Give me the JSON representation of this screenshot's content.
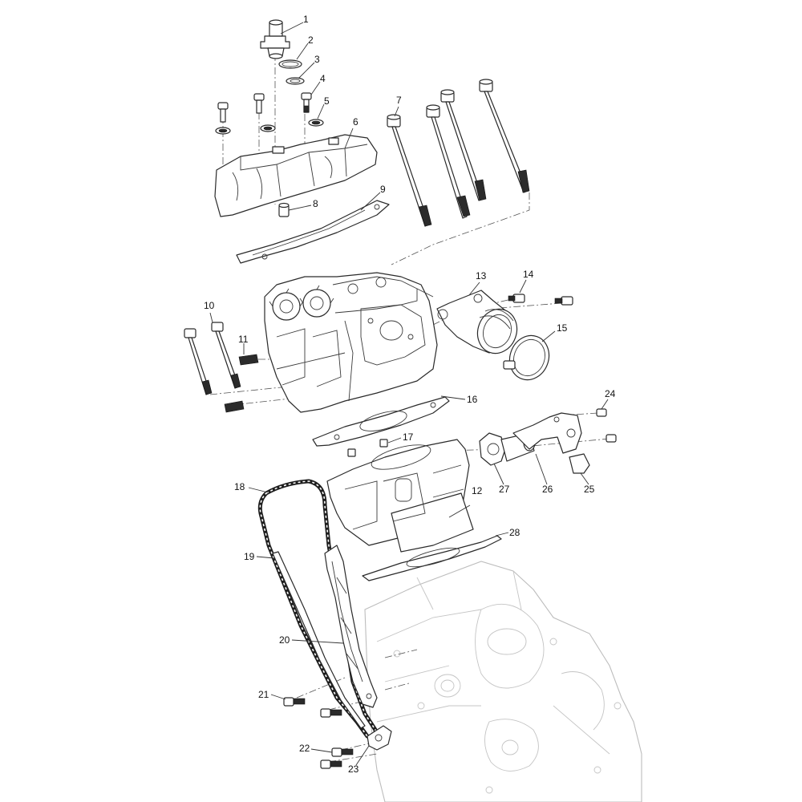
{
  "callouts": [
    {
      "id": "c1",
      "label": "1"
    },
    {
      "id": "c2",
      "label": "2"
    },
    {
      "id": "c3",
      "label": "3"
    },
    {
      "id": "c4",
      "label": "4"
    },
    {
      "id": "c5",
      "label": "5"
    },
    {
      "id": "c6",
      "label": "6"
    },
    {
      "id": "c7",
      "label": "7"
    },
    {
      "id": "c8",
      "label": "8"
    },
    {
      "id": "c9",
      "label": "9"
    },
    {
      "id": "c10",
      "label": "10"
    },
    {
      "id": "c11",
      "label": "11"
    },
    {
      "id": "c12",
      "label": "12"
    },
    {
      "id": "c13",
      "label": "13"
    },
    {
      "id": "c14",
      "label": "14"
    },
    {
      "id": "c15",
      "label": "15"
    },
    {
      "id": "c16",
      "label": "16"
    },
    {
      "id": "c17",
      "label": "17"
    },
    {
      "id": "c18",
      "label": "18"
    },
    {
      "id": "c19",
      "label": "19"
    },
    {
      "id": "c20",
      "label": "20"
    },
    {
      "id": "c21",
      "label": "21"
    },
    {
      "id": "c22",
      "label": "22"
    },
    {
      "id": "c23",
      "label": "23"
    },
    {
      "id": "c24",
      "label": "24"
    },
    {
      "id": "c25",
      "label": "25"
    },
    {
      "id": "c26",
      "label": "26"
    },
    {
      "id": "c27",
      "label": "27"
    },
    {
      "id": "c28",
      "label": "28"
    }
  ],
  "colors": {
    "line": "#2a2a2a",
    "ghost": "#bdbdbd",
    "background": "#ffffff"
  }
}
